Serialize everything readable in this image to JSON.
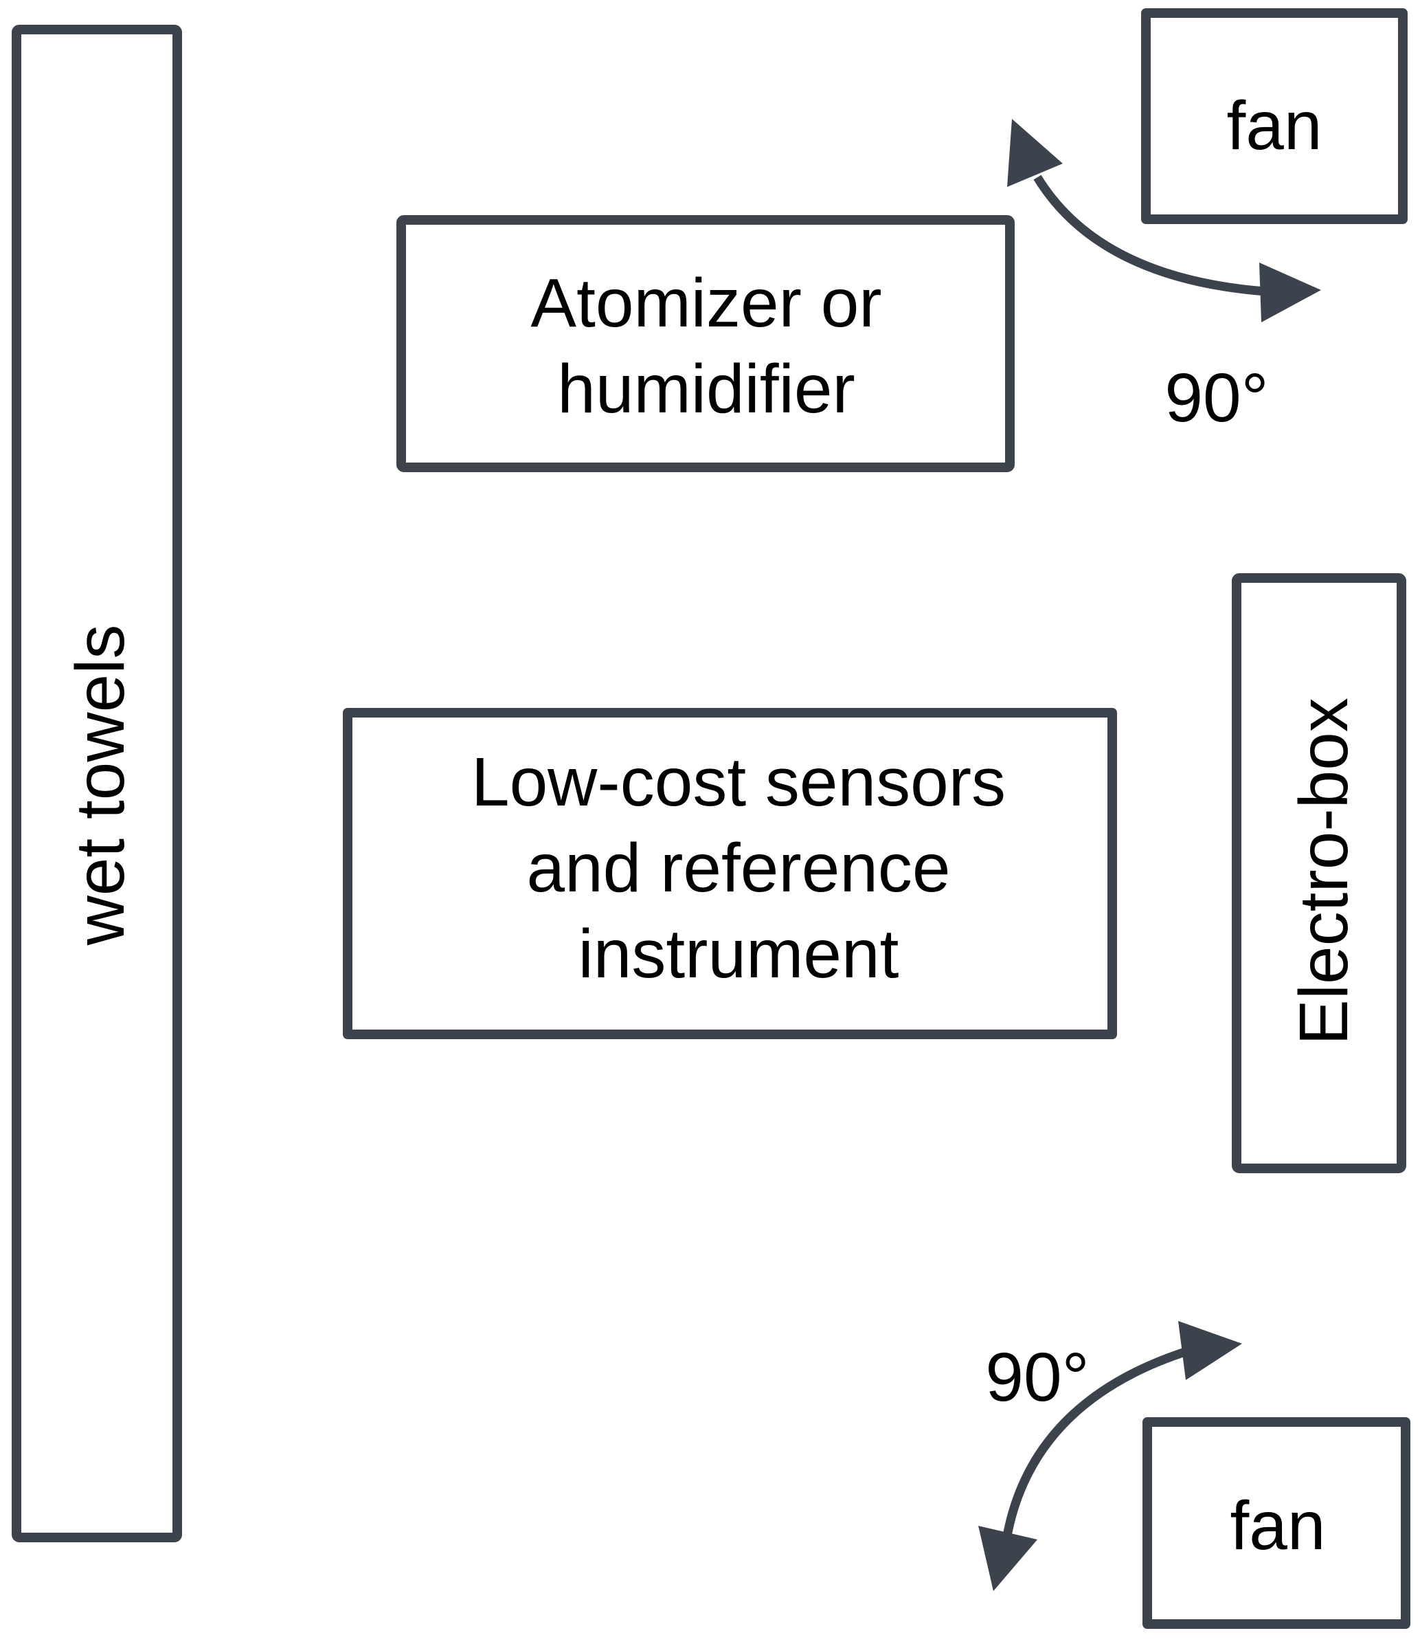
{
  "diagram": {
    "title": "Experimental chamber setup",
    "components": {
      "wet_towels": {
        "label": "wet towels"
      },
      "atomizer": {
        "lines": [
          "Atomizer or",
          "humidifier"
        ]
      },
      "sensors": {
        "lines": [
          "Low-cost sensors",
          "and reference",
          "instrument"
        ]
      },
      "electro_box": {
        "label": "Electro-box"
      },
      "fan_top": {
        "label": "fan"
      },
      "fan_bottom": {
        "label": "fan"
      }
    },
    "rotations": {
      "top": {
        "label": "90°",
        "degrees": 90
      },
      "bottom": {
        "label": "90°",
        "degrees": 90
      }
    },
    "colors": {
      "stroke": "#3d434c",
      "text": "#000000",
      "background": "#ffffff"
    }
  }
}
